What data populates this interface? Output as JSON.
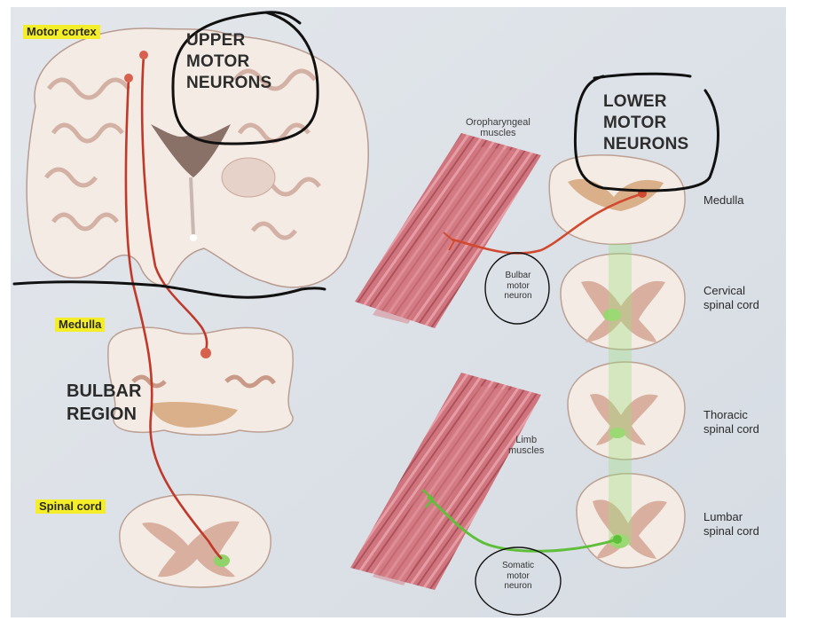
{
  "labels": {
    "motor_cortex": "Motor cortex",
    "medulla_left": "Medulla",
    "spinal_cord_left": "Spinal cord",
    "upper": [
      "UPPER",
      "MOTOR",
      "NEURONS"
    ],
    "lower": [
      "LOWER",
      "MOTOR",
      "NEURONS"
    ],
    "bulbar_region": [
      "BULBAR",
      "REGION"
    ],
    "oropharyngeal": [
      "Oropharyngeal",
      "muscles"
    ],
    "limb": [
      "Limb",
      "muscles"
    ],
    "bulbar_neuron": [
      "Bulbar",
      "motor",
      "neuron"
    ],
    "somatic_neuron": [
      "Somatic",
      "motor",
      "neuron"
    ],
    "medulla_right": "Medulla",
    "cervical": [
      "Cervical",
      "spinal cord"
    ],
    "thoracic": [
      "Thoracic",
      "spinal cord"
    ],
    "lumbar": [
      "Lumbar",
      "spinal cord"
    ]
  },
  "colors": {
    "background_panel": "#dfe4ea",
    "tissue": "#f4ece6",
    "gray_matter": "#d2a796",
    "muscle": "#cf6e78",
    "upper_tract": "#c0392b",
    "lower_tract_green": "#5fbf3a",
    "highlight": "#f4ee2a",
    "ink": "#111111"
  }
}
